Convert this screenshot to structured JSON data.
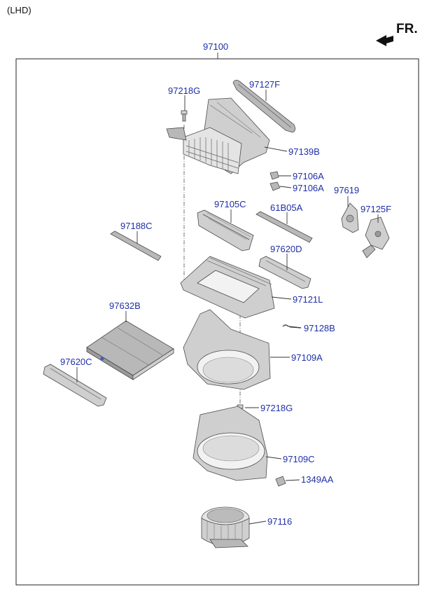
{
  "header": {
    "variant": "(LHD)",
    "direction": "FR."
  },
  "assembly": {
    "number": "97100"
  },
  "parts": [
    {
      "id": "97127F"
    },
    {
      "id": "97218G"
    },
    {
      "id": "97139B"
    },
    {
      "id": "97106A"
    },
    {
      "id": "97106A"
    },
    {
      "id": "97619"
    },
    {
      "id": "97125F"
    },
    {
      "id": "97105C"
    },
    {
      "id": "61B05A"
    },
    {
      "id": "97188C"
    },
    {
      "id": "97620D"
    },
    {
      "id": "97121L"
    },
    {
      "id": "97632B"
    },
    {
      "id": "97128B"
    },
    {
      "id": "97109A"
    },
    {
      "id": "97620C"
    },
    {
      "id": "97218G"
    },
    {
      "id": "97109C"
    },
    {
      "id": "1349AA"
    },
    {
      "id": "97116"
    }
  ],
  "colors": {
    "label": "#1f2fa8",
    "line": "#333333",
    "part_fill": "#d6d6d6"
  }
}
